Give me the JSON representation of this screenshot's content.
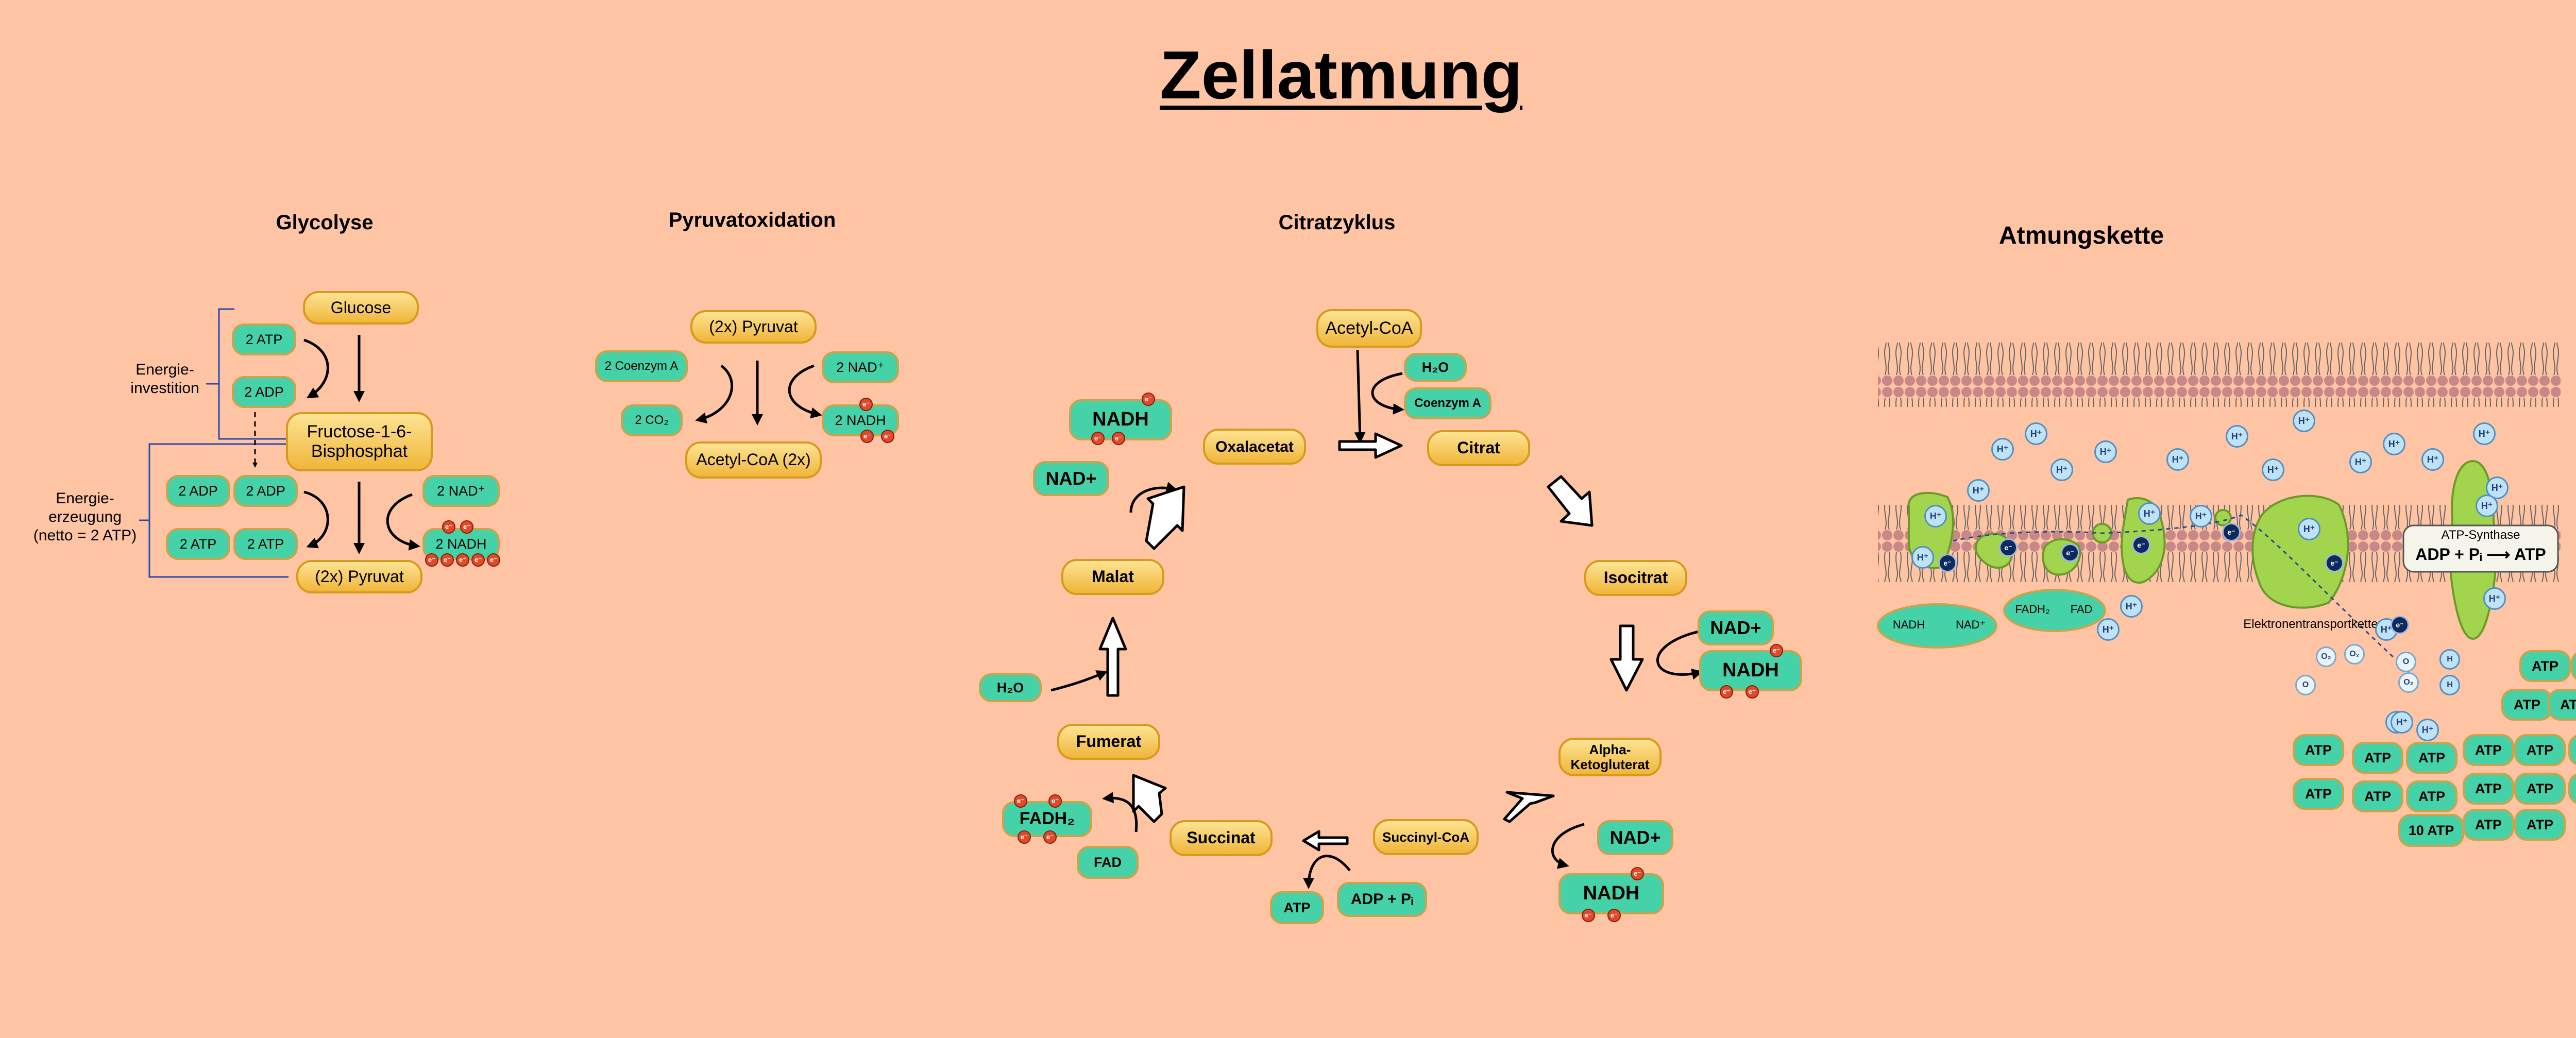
{
  "title": "Zellatmung",
  "sections": {
    "glycolysis": "Glycolyse",
    "pyruvate_oxidation": "Pyruvatoxidation",
    "citric_cycle": "Citratzyklus",
    "respiratory_chain": "Atmungskette"
  },
  "glycolysis": {
    "glucose": "Glucose",
    "fructose": "Fructose-1-6-\nBisphosphat",
    "pyruvate": "(2x) Pyruvat",
    "atp_in": "2 ATP",
    "adp_in": "2 ADP",
    "adp_a": "2 ADP",
    "adp_b": "2 ADP",
    "atp_a": "2 ATP",
    "atp_b": "2 ATP",
    "nad": "2 NAD⁺",
    "nadh": "2 NADH",
    "investment_label": "Energie-\ninvestition",
    "production_label": "Energie-\nerzeugung\n(netto = 2 ATP)"
  },
  "pyruvate_oxidation": {
    "pyruvate": "(2x) Pyruvat",
    "coenzyme": "2 Coenzym A",
    "co2": "2 CO₂",
    "nad": "2 NAD⁺",
    "nadh": "2 NADH",
    "acetyl": "Acetyl-CoA (2x)"
  },
  "citric_cycle": {
    "acetyl": "Acetyl-CoA",
    "h2o_top": "H₂O",
    "coenzyme": "Coenzym A",
    "citrat": "Citrat",
    "oxalacetat": "Oxalacetat",
    "nadh_tl": "NADH",
    "nad_tl": "NAD+",
    "isocitrat": "Isocitrat",
    "nad_r": "NAD+",
    "nadh_r": "NADH",
    "alpha": "Alpha-\nKetogluterat",
    "nad_br": "NAD+",
    "nadh_br": "NADH",
    "succinyl": "Succinyl-CoA",
    "adp": "ADP + Pᵢ",
    "atp": "ATP",
    "succinat": "Succinat",
    "fadh2": "FADH₂",
    "fad": "FAD",
    "fumerat": "Fumerat",
    "h2o_left": "H₂O",
    "malat": "Malat",
    "e_label": "e⁻"
  },
  "respiratory_chain": {
    "h_label": "H⁺",
    "e_label": "e⁻",
    "nadh": "NADH",
    "nad": "NAD⁺",
    "fadh2": "FADH₂",
    "fad": "FAD",
    "etc_label": "Elektronentransportkette",
    "synthase_title": "ATP-Synthase",
    "synthase_eq": "ADP + Pᵢ ⟶ ATP",
    "o2": "O₂",
    "o": "O",
    "h": "H",
    "atp": "ATP",
    "atp10": "10 ATP"
  },
  "colors": {
    "background": "#ffc4a3",
    "metabolite": "#f5c44f",
    "carrier": "#45d2a8",
    "electron": "#e04a2a",
    "membrane": "#c98888",
    "protein": "#9fd34a",
    "proton": "#bfe3f5"
  }
}
